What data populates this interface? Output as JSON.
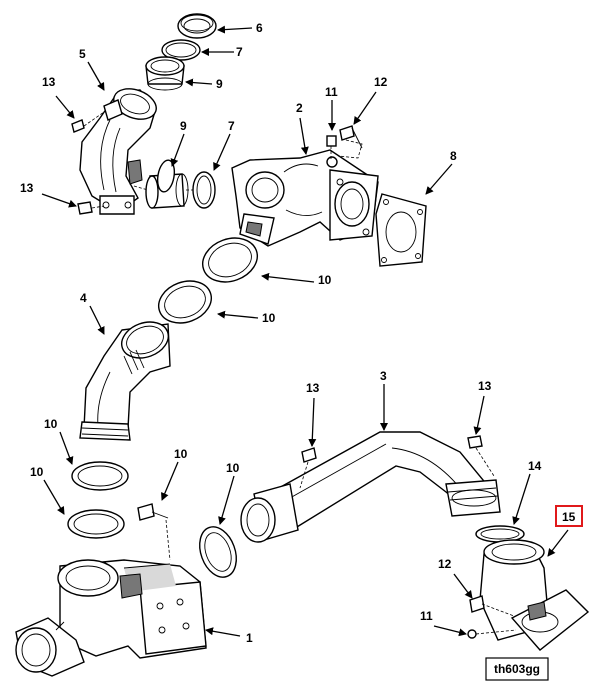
{
  "diagram": {
    "figure_id": "th603gg",
    "callouts": [
      {
        "id": "c6",
        "text": "6"
      },
      {
        "id": "c7a",
        "text": "7"
      },
      {
        "id": "c5",
        "text": "5"
      },
      {
        "id": "c9a",
        "text": "9"
      },
      {
        "id": "c13a",
        "text": "13"
      },
      {
        "id": "c11a",
        "text": "11"
      },
      {
        "id": "c12a",
        "text": "12"
      },
      {
        "id": "c2",
        "text": "2"
      },
      {
        "id": "c9b",
        "text": "9"
      },
      {
        "id": "c7b",
        "text": "7"
      },
      {
        "id": "c8",
        "text": "8"
      },
      {
        "id": "c13b",
        "text": "13"
      },
      {
        "id": "c10a",
        "text": "10"
      },
      {
        "id": "c4",
        "text": "4"
      },
      {
        "id": "c10b",
        "text": "10"
      },
      {
        "id": "c3",
        "text": "3"
      },
      {
        "id": "c13c",
        "text": "13"
      },
      {
        "id": "c13d",
        "text": "13"
      },
      {
        "id": "c10c",
        "text": "10"
      },
      {
        "id": "c14",
        "text": "14"
      },
      {
        "id": "c10d",
        "text": "10"
      },
      {
        "id": "c10e",
        "text": "10"
      },
      {
        "id": "c10f",
        "text": "10"
      },
      {
        "id": "c15",
        "text": "15"
      },
      {
        "id": "c12b",
        "text": "12"
      },
      {
        "id": "c11b",
        "text": "11"
      },
      {
        "id": "c1",
        "text": "1"
      }
    ],
    "highlight_color": "#e0191b"
  }
}
